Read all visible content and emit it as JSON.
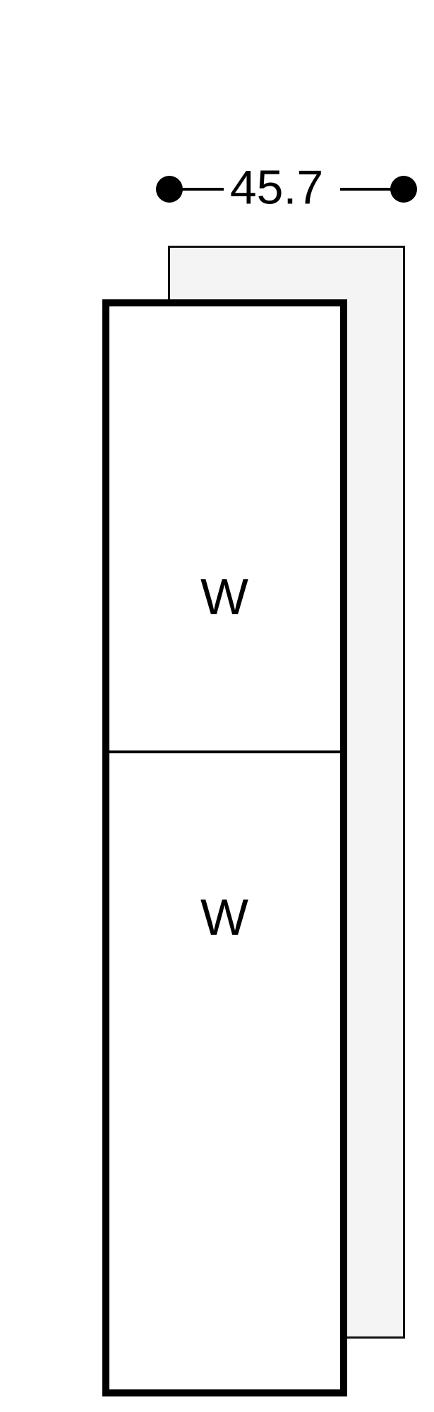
{
  "diagram": {
    "type": "appliance-niche-dimension-drawing",
    "dimension": {
      "value": "45.7"
    },
    "compartments": [
      {
        "label": "W"
      },
      {
        "label": "W"
      }
    ],
    "colors": {
      "ink": "#000000",
      "niche_fill": "#f4f4f4",
      "niche_border": "#111111",
      "background": "#ffffff"
    }
  }
}
